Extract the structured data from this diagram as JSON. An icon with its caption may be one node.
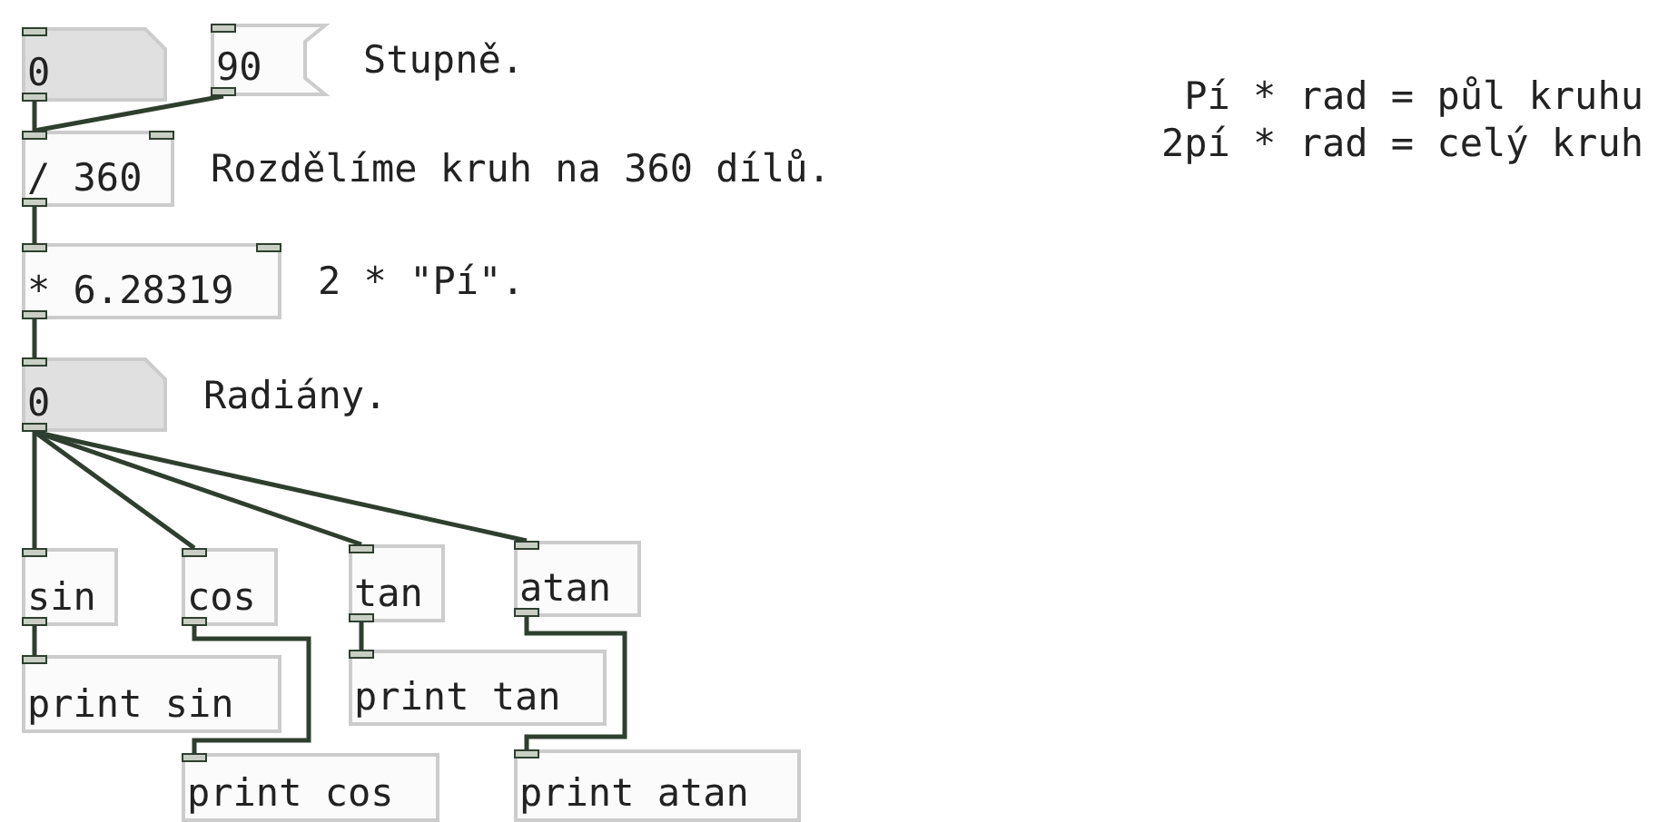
{
  "diagram": {
    "nodes": [
      {
        "text": [
          "0"
        ]
      },
      {
        "text": [
          "90"
        ],
        "beside": [
          "Stupně."
        ]
      },
      {
        "text": [
          "/ 360"
        ],
        "beside": [
          "Rozdělíme kruh na 360 dílů."
        ]
      },
      {
        "text": [
          "* 6.28319"
        ],
        "beside": [
          "2 * \"Pí\"."
        ]
      },
      {
        "text": [
          "0"
        ],
        "beside": [
          "Radiány."
        ]
      },
      {
        "text": [
          "sin"
        ]
      },
      {
        "text": [
          "cos"
        ]
      },
      {
        "text": [
          "tan"
        ]
      },
      {
        "text": [
          "atan"
        ]
      },
      {
        "text": [
          "print sin"
        ]
      },
      {
        "text": [
          "print tan"
        ]
      },
      {
        "text": [
          "print cos"
        ]
      },
      {
        "text": [
          "print atan"
        ]
      }
    ],
    "edges": [
      {
        "from": 0,
        "to": 2,
        "arrow": "none"
      },
      {
        "from": 1,
        "to": 2,
        "arrow": "none"
      },
      {
        "from": 2,
        "to": 3,
        "arrow": "none"
      },
      {
        "from": 3,
        "to": 4,
        "arrow": "none"
      },
      {
        "from": 4,
        "to": 5,
        "arrow": "none"
      },
      {
        "from": 4,
        "to": 6,
        "arrow": "none"
      },
      {
        "from": 4,
        "to": 7,
        "arrow": "none"
      },
      {
        "from": 4,
        "to": 8,
        "arrow": "none"
      },
      {
        "from": 5,
        "to": 9,
        "arrow": "none"
      },
      {
        "from": 6,
        "to": 11,
        "arrow": "none"
      },
      {
        "from": 7,
        "to": 10,
        "arrow": "none"
      },
      {
        "from": 8,
        "to": 12,
        "arrow": "none"
      }
    ],
    "labels": [
      "Pí * rad = půl kruhu",
      "2pí * rad = celý kruh"
    ]
  }
}
